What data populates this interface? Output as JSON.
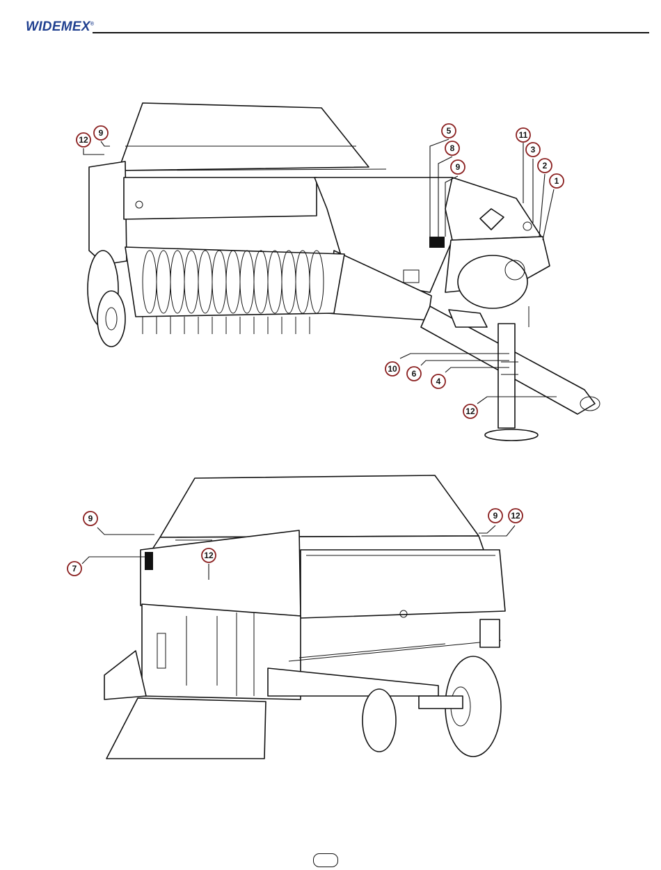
{
  "header": {
    "brand": "WIDEMEX",
    "brand_mark": "®"
  },
  "figure_top": {
    "callouts": [
      "12",
      "9",
      "5",
      "8",
      "9",
      "11",
      "3",
      "2",
      "1",
      "10",
      "6",
      "4",
      "12"
    ]
  },
  "figure_bottom": {
    "callouts": [
      "9",
      "9",
      "12",
      "7",
      "12"
    ]
  },
  "footer": {
    "page_number": ""
  }
}
